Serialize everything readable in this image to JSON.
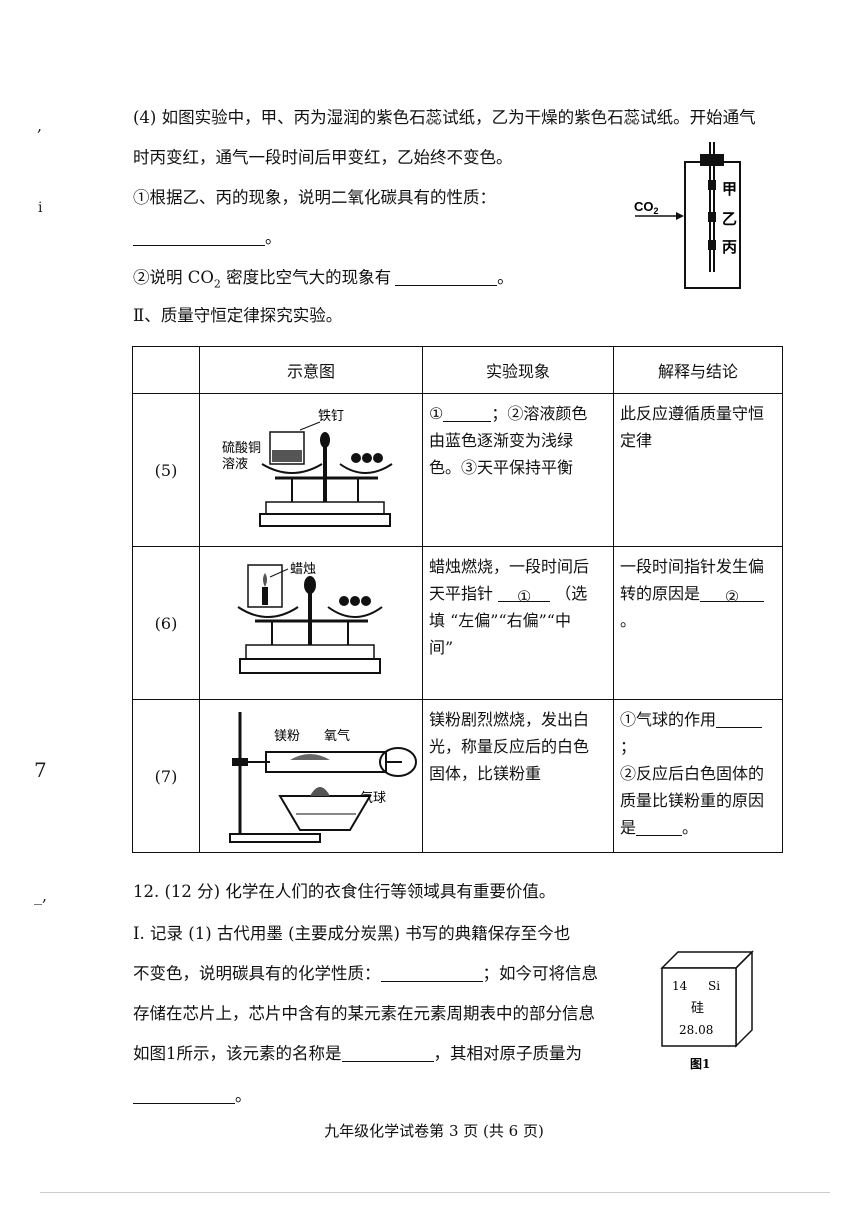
{
  "q4": {
    "line1": "(4) 如图实验中，甲、丙为湿润的紫色石蕊试纸，乙为干燥的紫色石蕊试纸。开始通气",
    "line2": "时丙变红，通气一段时间后甲变红，乙始终不变色。",
    "sub1": "①根据乙、丙的现象，说明二氧化碳具有的性质：",
    "sub1_end": "。",
    "sub2_pre": "②说明 CO",
    "sub2_sub": "2",
    "sub2_post": " 密度比空气大的现象有",
    "sub2_end": "。",
    "diagram": {
      "co2": "CO",
      "co2_sub": "2",
      "jia": "甲",
      "yi": "乙",
      "bing": "丙"
    }
  },
  "section2_title": "Ⅱ、质量守恒定律探究实验。",
  "table": {
    "headers": [
      "示意图",
      "实验现象",
      "解释与结论"
    ],
    "rows": [
      {
        "num": "(5)",
        "labels": [
          "铁钉",
          "硫酸铜",
          "溶液"
        ],
        "obs": [
          "①",
          "；②溶液颜色",
          "由蓝色逐渐变为浅绿",
          "色。③天平保持平衡"
        ],
        "con": [
          "此反应遵循质量守恒",
          "定律"
        ]
      },
      {
        "num": "(6)",
        "labels": [
          "蜡烛"
        ],
        "obs": [
          "蜡烛燃烧，一段时间后",
          "天平指针",
          "①",
          "（选",
          "填 “左偏”“右偏”“中",
          "间”"
        ],
        "con": [
          "一段时间指针发生偏",
          "转的原因是",
          "②",
          "。"
        ]
      },
      {
        "num": "(7)",
        "labels": [
          "镁粉",
          "氧气",
          "气球"
        ],
        "obs": [
          "镁粉剧烈燃烧，发出白",
          "光，称量反应后的白色",
          "固体，比镁粉重"
        ],
        "con": [
          "①气球的作用",
          "；",
          "②反应后白色固体的",
          "质量比镁粉重的原因",
          "是",
          "。"
        ]
      }
    ]
  },
  "q12": {
    "title": "12. (12 分) 化学在人们的衣食住行等领域具有重要价值。",
    "l1": "Ⅰ. 记录 (1) 古代用墨 (主要成分炭黑) 书写的典籍保存至今也",
    "l2a": "不变色，说明碳具有的化学性质：",
    "l2b": "；如今可将信息",
    "l3": "存储在芯片上，芯片中含有的某元素在元素周期表中的部分信息",
    "l4a": "如图1所示，该元素的名称是",
    "l4b": "，其相对原子质量为",
    "l5_end": "。",
    "element": {
      "number": "14",
      "symbol": "Si",
      "name": "硅",
      "mass": "28.08",
      "caption": "图1"
    }
  },
  "footer": "九年级化学试卷第 3 页 (共 6 页)"
}
